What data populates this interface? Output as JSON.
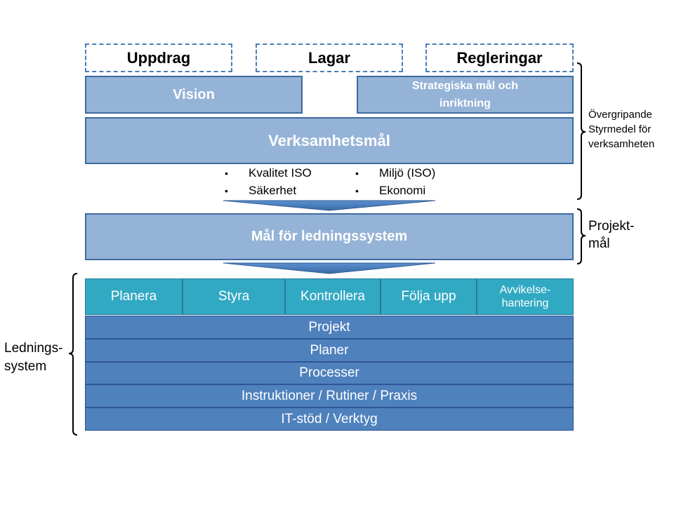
{
  "top_boxes": [
    "Uppdrag",
    "Lagar",
    "Regleringar"
  ],
  "vision": "Vision",
  "strategic": "Strategiska mål och inriktning",
  "business_goals": "Verksamhetsmål",
  "bullets_left": [
    "Kvalitet ISO",
    "Säkerhet"
  ],
  "bullets_right": [
    "Miljö (ISO)",
    "Ekonomi"
  ],
  "mgmt_goals": "Mål för ledningssystem",
  "activities": [
    "Planera",
    "Styra",
    "Kontrollera",
    "Följa upp",
    "Avvikelse-hantering"
  ],
  "layers": [
    "Projekt",
    "Planer",
    "Processer",
    "Instruktioner / Rutiner / Praxis",
    "IT-stöd / Verktyg"
  ],
  "labels": {
    "overarching": "Övergripande Styrmedel för verksamheten",
    "project_goals": "Projekt-mål",
    "mgmt_system": "Lednings-system"
  }
}
